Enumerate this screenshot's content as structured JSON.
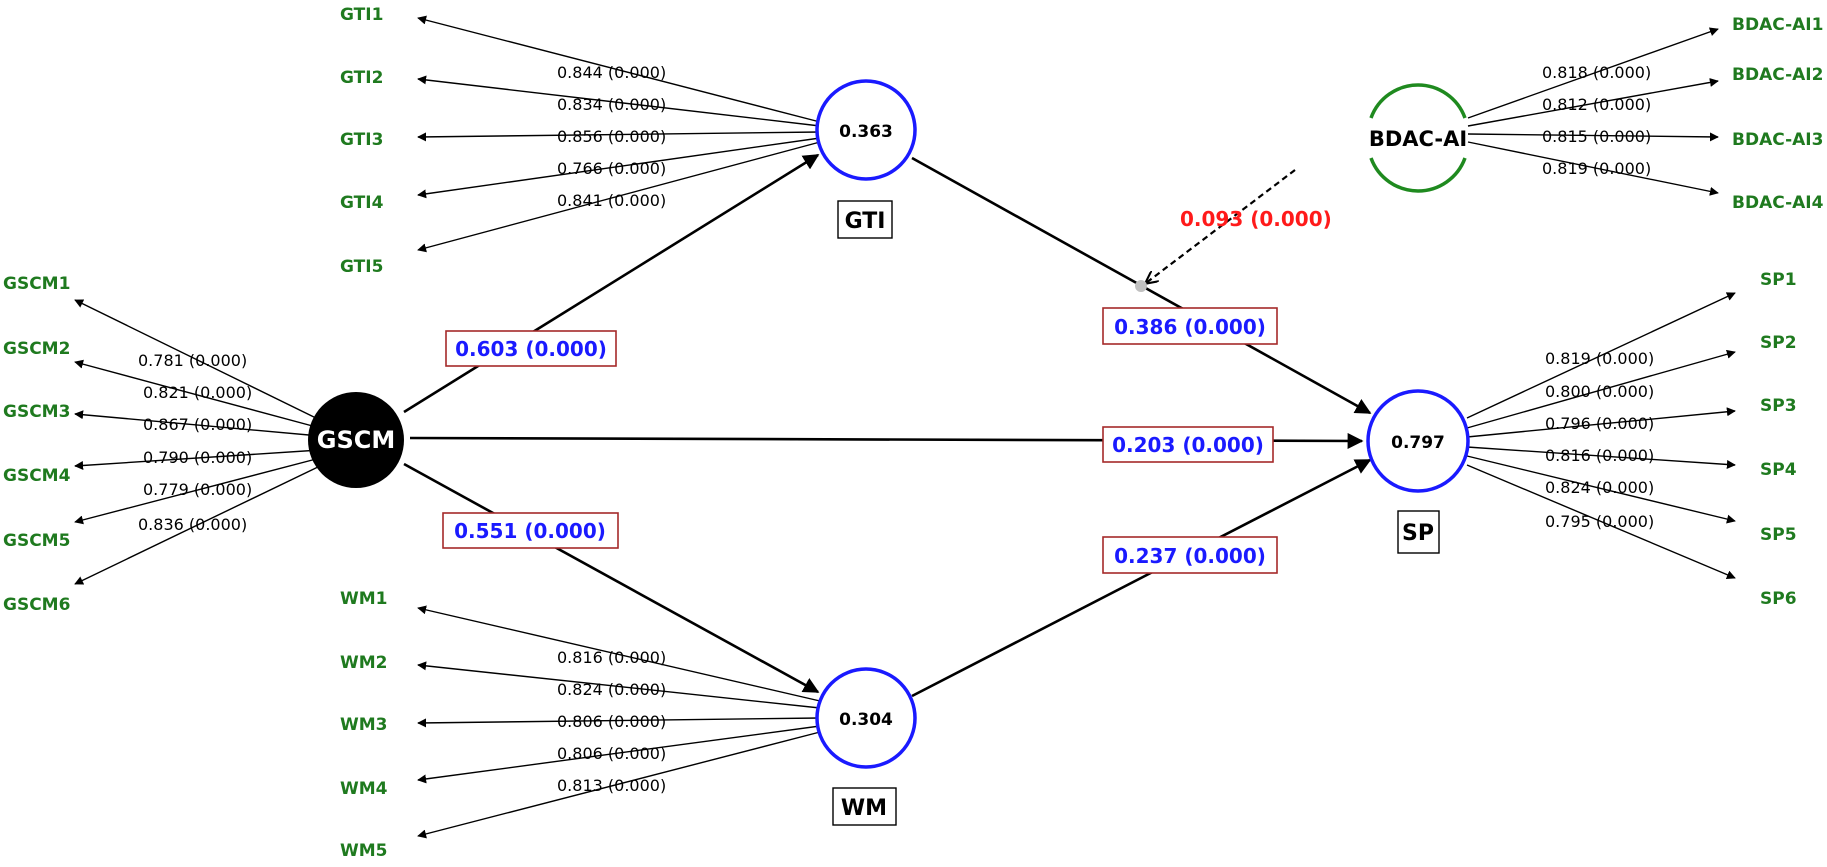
{
  "constructs": {
    "gscm": {
      "name": "GSCM"
    },
    "gti": {
      "name": "GTI",
      "r2": "0.363"
    },
    "wm": {
      "name": "WM",
      "r2": "0.304"
    },
    "sp": {
      "name": "SP",
      "r2": "0.797"
    },
    "bdac": {
      "name": "BDAC-AI"
    }
  },
  "paths": {
    "gscm_gti": "0.603 (0.000)",
    "gscm_wm": "0.551 (0.000)",
    "gscm_sp": "0.203 (0.000)",
    "gti_sp": "0.386 (0.000)",
    "wm_sp": "0.237 (0.000)",
    "moderation": "0.093  (0.000)"
  },
  "indicators": {
    "gscm": [
      {
        "name": "GSCM1",
        "loading": "0.781 (0.000)"
      },
      {
        "name": "GSCM2",
        "loading": "0.821 (0.000)"
      },
      {
        "name": "GSCM3",
        "loading": "0.867 (0.000)"
      },
      {
        "name": "GSCM4",
        "loading": "0.790 (0.000)"
      },
      {
        "name": "GSCM5",
        "loading": "0.779 (0.000)"
      },
      {
        "name": "GSCM6",
        "loading": "0.836 (0.000)"
      }
    ],
    "gti": [
      {
        "name": "GTI1",
        "loading": "0.844 (0.000)"
      },
      {
        "name": "GTI2",
        "loading": "0.834 (0.000)"
      },
      {
        "name": "GTI3",
        "loading": "0.856 (0.000)"
      },
      {
        "name": "GTI4",
        "loading": "0.766 (0.000)"
      },
      {
        "name": "GTI5",
        "loading": "0.841 (0.000)"
      }
    ],
    "wm": [
      {
        "name": "WM1",
        "loading": "0.816 (0.000)"
      },
      {
        "name": "WM2",
        "loading": "0.824 (0.000)"
      },
      {
        "name": "WM3",
        "loading": "0.806 (0.000)"
      },
      {
        "name": "WM4",
        "loading": "0.806 (0.000)"
      },
      {
        "name": "WM5",
        "loading": "0.813 (0.000)"
      }
    ],
    "bdac": [
      {
        "name": "BDAC-AI1",
        "loading": "0.818 (0.000)"
      },
      {
        "name": "BDAC-AI2",
        "loading": "0.812 (0.000)"
      },
      {
        "name": "BDAC-AI3",
        "loading": "0.815 (0.000)"
      },
      {
        "name": "BDAC-AI4",
        "loading": "0.819 (0.000)"
      }
    ],
    "sp": [
      {
        "name": "SP1",
        "loading": "0.819 (0.000)"
      },
      {
        "name": "SP2",
        "loading": "0.800 (0.000)"
      },
      {
        "name": "SP3",
        "loading": "0.796 (0.000)"
      },
      {
        "name": "SP4",
        "loading": "0.816 (0.000)"
      },
      {
        "name": "SP5",
        "loading": "0.824 (0.000)"
      },
      {
        "name": "SP6",
        "loading": "0.795 (0.000)"
      }
    ]
  },
  "colors": {
    "indicator": "#1f7a1f",
    "path_coefficient": "#1a1aff",
    "moderation": "#ff1a1a",
    "endogenous_ring": "#1a1aff",
    "moderator_ring": "#1f8a1f",
    "box_border": "#a52a2a"
  }
}
